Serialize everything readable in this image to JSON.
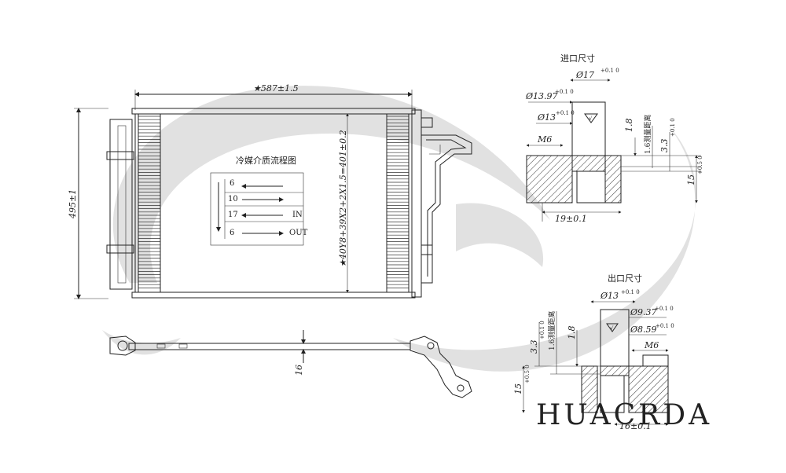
{
  "top_width_dim": "★587±1.5",
  "left_height_dim": "495±1",
  "core_height_dim": "★40Y8+39X2+2X1.5=401±0.2",
  "core_height_sup": "",
  "bottom_thickness_dim": "16",
  "flow_diagram": {
    "title": "冷媒介质流程图",
    "rows": [
      {
        "count": "6",
        "tag": ""
      },
      {
        "count": "10",
        "tag": ""
      },
      {
        "count": "17",
        "tag": "IN"
      },
      {
        "count": "6",
        "tag": "OUT"
      }
    ]
  },
  "inlet_detail": {
    "title": "进口尺寸",
    "dim_outer": "Ø17",
    "dim_outer_tol": "+0.1 0",
    "dim_seal": "Ø13.97",
    "dim_seal_tol": "+0.1 0",
    "dim_bore": "Ø13",
    "dim_bore_tol": "+0.1 0",
    "thread": "M6",
    "dim_1_8": "1.8",
    "seal_note": "1.6测量距离",
    "dim_3_3": "3.3",
    "dim_3_3_tol": "+0.1 0",
    "dim_15": "15",
    "dim_15_tol": "+0.5 0",
    "dim_width": "19±0.1",
    "surface_mark": "√"
  },
  "outlet_detail": {
    "title": "出口尺寸",
    "dim_outer": "Ø13",
    "dim_outer_tol": "+0.1 0",
    "dim_seal": "Ø9.37",
    "dim_seal_tol": "+0.1 0",
    "dim_bore": "Ø8.59",
    "dim_bore_tol": "+0.1 0",
    "thread": "M6",
    "dim_3_3": "3.3",
    "dim_3_3_tol": "+0.1 0",
    "seal_note": "1.6测量距离",
    "dim_1_8": "1.8",
    "dim_15": "15",
    "dim_15_tol": "+0.5 0",
    "dim_width": "16±0.1",
    "surface_mark": "√"
  },
  "watermark": "HUACRDA",
  "colors": {
    "line": "#222222",
    "watermark_swirl": "#d9d9d9",
    "brand": "#9a9a9a"
  }
}
